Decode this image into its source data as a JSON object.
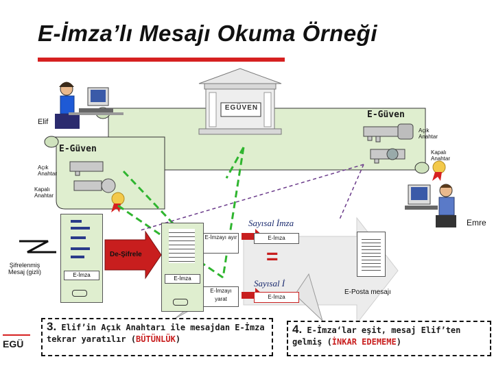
{
  "title": "E-İmza’lı Mesajı Okuma Örneği",
  "bank_logo": "EGÜVEN",
  "elif": {
    "name": "Elif",
    "cert_title": "E-Güven",
    "public_key": "Açık Anahtar",
    "private_key": "Kapalı Anahtar"
  },
  "server": {
    "cert_title": "E-Güven",
    "public_key": "Açık Anahtar",
    "private_key": "Kapalı Anahtar"
  },
  "emre": {
    "name": "Emre"
  },
  "encrypted_message": "Şifrelenmiş Mesaj (gizli)",
  "decrypt_label": "De-Şifrele",
  "e_imza": "E-İmza",
  "separate_label": "E-İmzayı ayır",
  "create_label": "E-İmzayı yarat",
  "digital_signature": "Sayısal İmza",
  "digital_signature_2": "Sayısal İ",
  "equals": "=",
  "email_message": "E-Posta mesajı",
  "callout3": {
    "num": "3.",
    "text_a": "Elif’in Açık Anahtarı ile mesajdan E-İmza tekrar yaratılır (",
    "highlight": "BÜTÜNLÜK",
    "text_b": ")"
  },
  "callout4": {
    "num": "4.",
    "text_a": "E-İmza‘lar eşit, mesaj Elif’ten gelmiş (",
    "highlight": "İNKAR EDEMEME",
    "text_b": ")"
  },
  "footer_logo": "EGÜ",
  "colors": {
    "accent_red": "#d62020",
    "scroll_green": "#dfeecf",
    "arrow_red": "#c81e1e",
    "dash_green": "#2fb52f"
  }
}
